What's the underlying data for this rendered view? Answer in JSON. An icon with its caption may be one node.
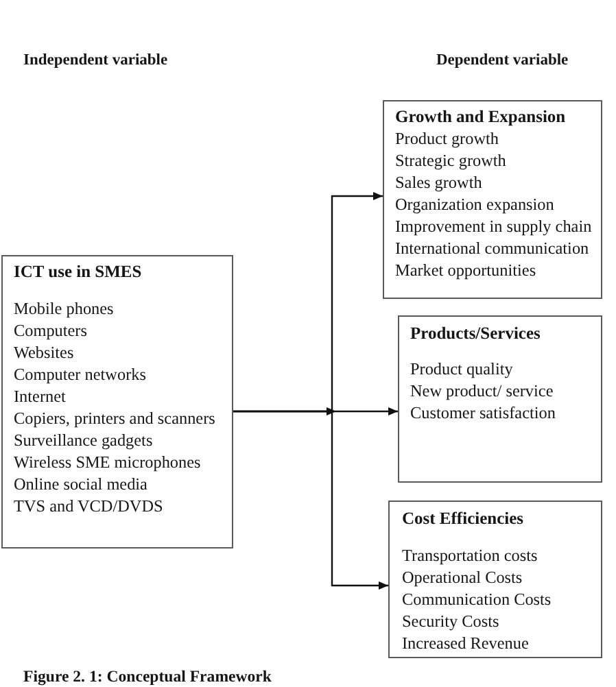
{
  "diagram": {
    "caption": "Figure 2. 1: Conceptual Framework",
    "nodes": [
      {
        "text": [
          "ICT use in SMES",
          "Mobile phones",
          "Computers",
          "Websites",
          "Computer networks",
          "Internet",
          "Copiers, printers and scanners",
          "Surveillance gadgets",
          "Wireless SME microphones",
          "Online social media",
          "TVS and VCD/DVDS"
        ]
      },
      {
        "text": [
          "Growth and Expansion",
          "Product growth",
          "Strategic growth",
          "Sales growth",
          "Organization expansion",
          "Improvement in supply chain",
          "International communication",
          "Market opportunities"
        ]
      },
      {
        "text": [
          "Products/Services",
          "Product quality",
          "New product/ service",
          "Customer satisfaction"
        ]
      },
      {
        "text": [
          "Cost Efficiencies",
          "Transportation costs",
          "Operational Costs",
          "Communication Costs",
          "Security Costs",
          "Increased Revenue"
        ]
      }
    ],
    "edges": [
      {
        "from": 0,
        "to": 1,
        "arrow": "to"
      },
      {
        "from": 0,
        "to": 2,
        "arrow": "to"
      },
      {
        "from": 0,
        "to": 3,
        "arrow": "to"
      }
    ],
    "labels": [
      "Independent variable",
      "Dependent variable"
    ]
  }
}
